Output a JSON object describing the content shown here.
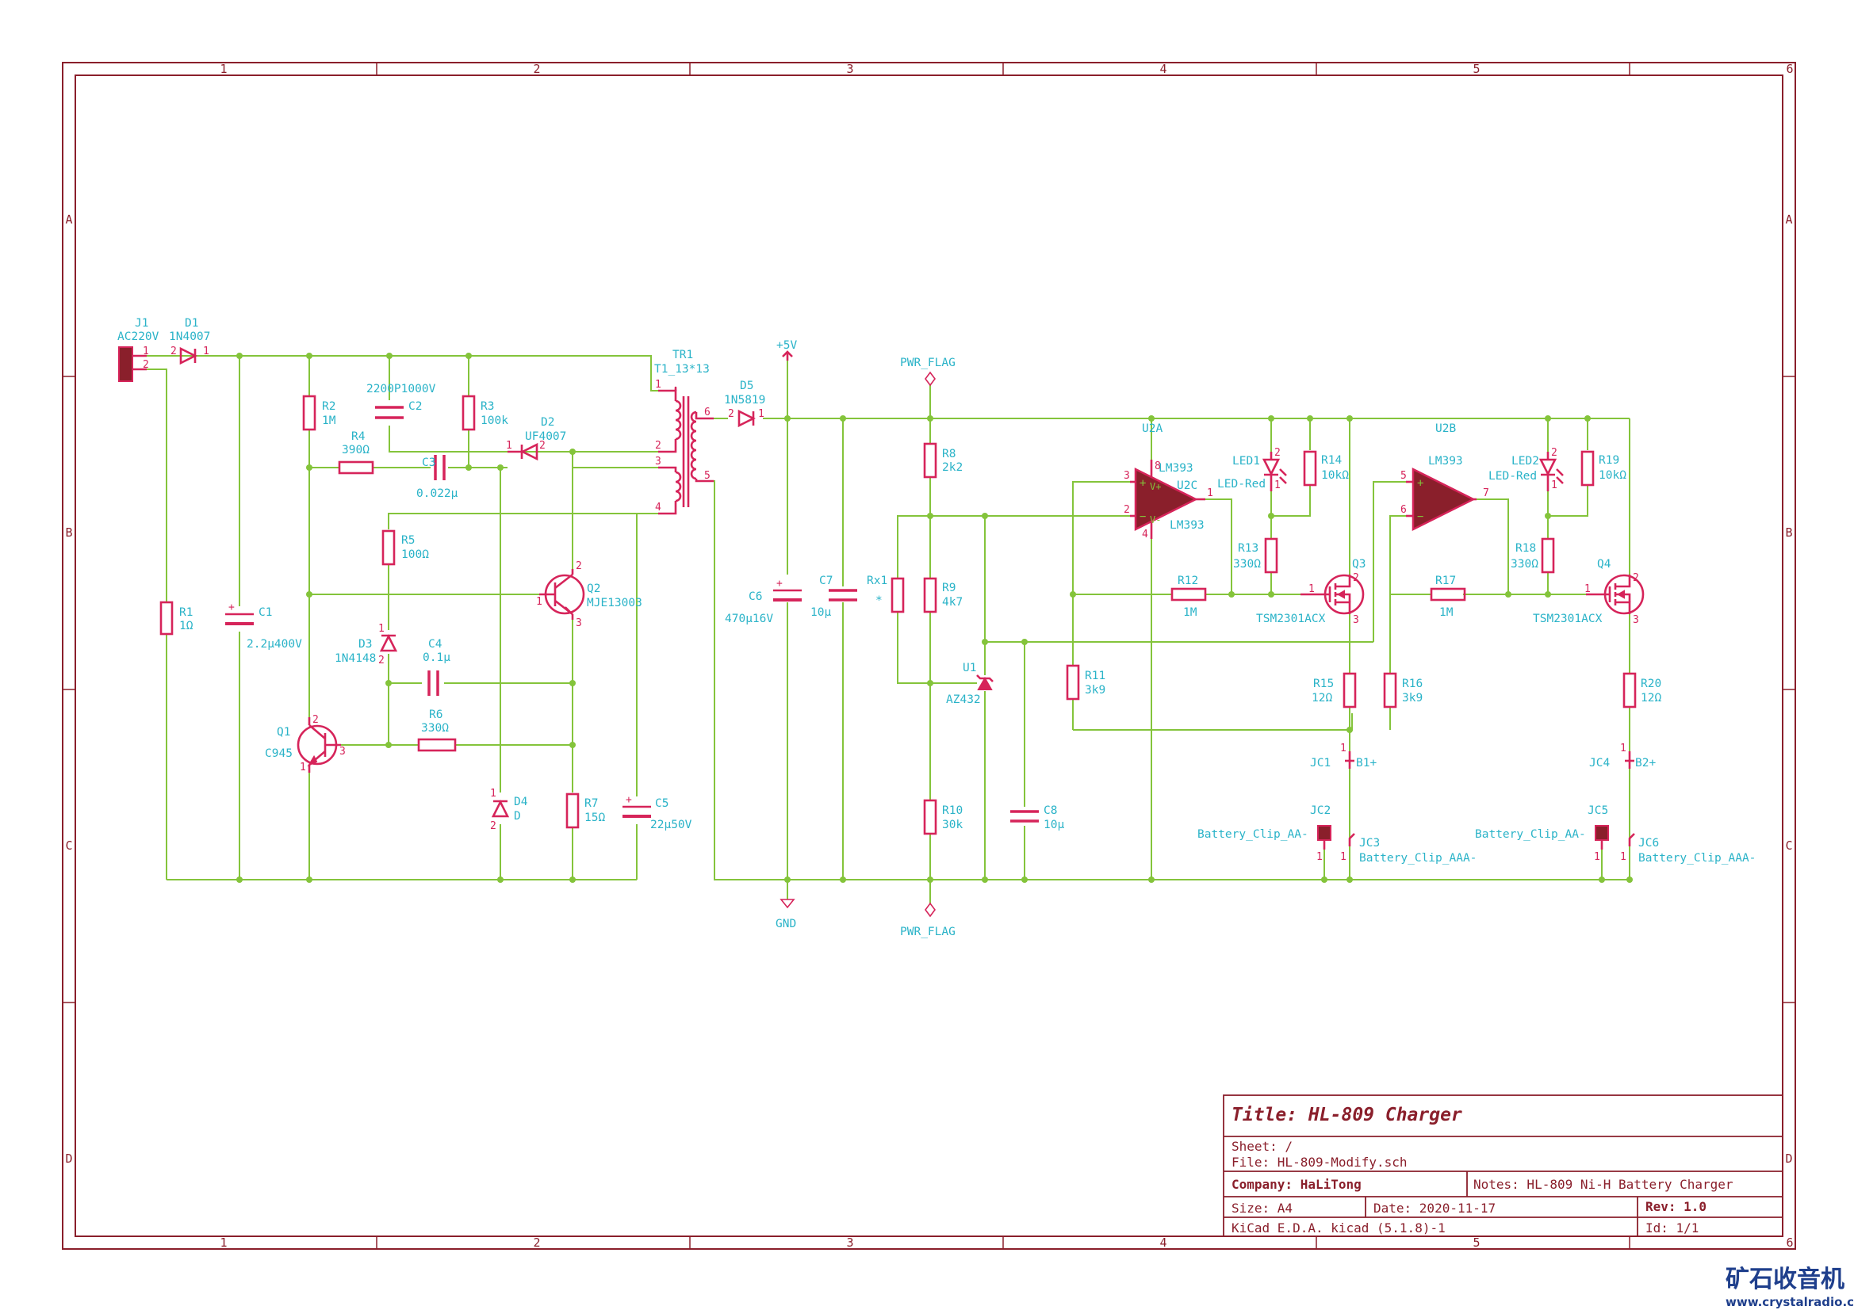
{
  "frame": {
    "columns": [
      "1",
      "2",
      "3",
      "4",
      "5",
      "6"
    ],
    "rows": [
      "A",
      "B",
      "C",
      "D"
    ]
  },
  "title_block": {
    "title": "Title: HL-809 Charger",
    "sheet": "Sheet: /",
    "file": "File: HL-809-Modify.sch",
    "company": "Company: HaLiTong",
    "notes": "Notes: HL-809 Ni-H Battery Charger",
    "size": "Size: A4",
    "date": "Date: 2020-11-17",
    "rev": "Rev: 1.0",
    "tool": "KiCad E.D.A.  kicad (5.1.8)-1",
    "id": "Id: 1/1"
  },
  "watermark": {
    "name": "矿石收音机",
    "url": "www.crystalradio.cn"
  },
  "components": {
    "J1": {
      "ref": "J1",
      "value": "AC220V",
      "pins": [
        "1",
        "2"
      ]
    },
    "D1": {
      "ref": "D1",
      "value": "1N4007",
      "pins": [
        "2",
        "1"
      ]
    },
    "R1": {
      "ref": "R1",
      "value": "1Ω"
    },
    "C1": {
      "ref": "C1",
      "value": "2.2μ400V"
    },
    "R2": {
      "ref": "R2",
      "value": "1M"
    },
    "C2": {
      "ref": "C2",
      "value": "2200P1000V"
    },
    "R3": {
      "ref": "R3",
      "value": "100k"
    },
    "D2": {
      "ref": "D2",
      "value": "UF4007",
      "pins": [
        "1",
        "2"
      ]
    },
    "R4": {
      "ref": "R4",
      "value": "390Ω"
    },
    "C3": {
      "ref": "C3",
      "value": "0.022μ"
    },
    "TR1": {
      "ref": "TR1",
      "value": "T1_13*13",
      "pins": [
        "1",
        "2",
        "3",
        "4",
        "5",
        "6"
      ]
    },
    "R5": {
      "ref": "R5",
      "value": "100Ω"
    },
    "Q2": {
      "ref": "Q2",
      "value": "MJE13003",
      "pins": [
        "1",
        "2",
        "3"
      ]
    },
    "D3": {
      "ref": "D3",
      "value": "1N4148",
      "pins": [
        "1",
        "2"
      ]
    },
    "C4": {
      "ref": "C4",
      "value": "0.1μ"
    },
    "Q1": {
      "ref": "Q1",
      "value": "C945",
      "pins": [
        "1",
        "2",
        "3"
      ]
    },
    "R6": {
      "ref": "R6",
      "value": "330Ω"
    },
    "D4": {
      "ref": "D4",
      "value": "D",
      "pins": [
        "1",
        "2"
      ]
    },
    "R7": {
      "ref": "R7",
      "value": "15Ω"
    },
    "C5": {
      "ref": "C5",
      "value": "22μ50V"
    },
    "D5": {
      "ref": "D5",
      "value": "1N5819",
      "pins": [
        "2",
        "1"
      ]
    },
    "P5V": {
      "value": "+5V"
    },
    "GND": {
      "value": "GND"
    },
    "PWR1": {
      "value": "PWR_FLAG"
    },
    "PWR2": {
      "value": "PWR_FLAG"
    },
    "C6": {
      "ref": "C6",
      "value": "470μ16V"
    },
    "C7": {
      "ref": "C7",
      "value": "10μ"
    },
    "Rx1": {
      "ref": "Rx1",
      "value": "*"
    },
    "R8": {
      "ref": "R8",
      "value": "2k2"
    },
    "R9": {
      "ref": "R9",
      "value": "4k7"
    },
    "U1": {
      "ref": "U1",
      "value": "AZ432"
    },
    "R10": {
      "ref": "R10",
      "value": "30k"
    },
    "C8": {
      "ref": "C8",
      "value": "10μ"
    },
    "U2A": {
      "ref": "U2A",
      "value": "LM393",
      "pins": [
        "3",
        "2",
        "1"
      ]
    },
    "U2C": {
      "ref": "U2C",
      "value": "LM393",
      "pins": [
        "8",
        "4"
      ],
      "v_plus": "V+",
      "v_minus": "V-"
    },
    "LED1": {
      "ref": "LED1",
      "value": "LED-Red",
      "pins": [
        "2",
        "1"
      ]
    },
    "R14": {
      "ref": "R14",
      "value": "10kΩ"
    },
    "R13": {
      "ref": "R13",
      "value": "330Ω"
    },
    "R12": {
      "ref": "R12",
      "value": "1M"
    },
    "R11": {
      "ref": "R11",
      "value": "3k9"
    },
    "Q3": {
      "ref": "Q3",
      "value": "TSM2301ACX",
      "pins": [
        "1",
        "2",
        "3"
      ]
    },
    "R15": {
      "ref": "R15",
      "value": "12Ω"
    },
    "JC1": {
      "ref": "JC1",
      "value": "B1+",
      "pins": [
        "1"
      ]
    },
    "JC2": {
      "ref": "JC2",
      "value": "Battery_Clip_AA-",
      "pins": [
        "1"
      ]
    },
    "JC3": {
      "ref": "JC3",
      "value": "Battery_Clip_AAA-",
      "pins": [
        "1"
      ]
    },
    "U2B": {
      "ref": "U2B",
      "value": "LM393",
      "pins": [
        "5",
        "6",
        "7"
      ]
    },
    "LED2": {
      "ref": "LED2",
      "value": "LED-Red",
      "pins": [
        "2",
        "1"
      ]
    },
    "R19": {
      "ref": "R19",
      "value": "10kΩ"
    },
    "R18": {
      "ref": "R18",
      "value": "330Ω"
    },
    "R17": {
      "ref": "R17",
      "value": "1M"
    },
    "R16": {
      "ref": "R16",
      "value": "3k9"
    },
    "Q4": {
      "ref": "Q4",
      "value": "TSM2301ACX",
      "pins": [
        "1",
        "2",
        "3"
      ]
    },
    "R20": {
      "ref": "R20",
      "value": "12Ω"
    },
    "JC4": {
      "ref": "JC4",
      "value": "B2+",
      "pins": [
        "1"
      ]
    },
    "JC5": {
      "ref": "JC5",
      "value": "Battery_Clip_AA-",
      "pins": [
        "1"
      ]
    },
    "JC6": {
      "ref": "JC6",
      "value": "Battery_Clip_AAA-",
      "pins": [
        "1"
      ]
    }
  }
}
